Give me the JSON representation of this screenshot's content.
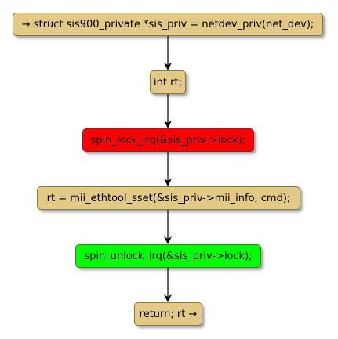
{
  "nodes": [
    {
      "label": "→ struct sis900_private *sis_priv = netdev_priv(net_dev);",
      "color": "#e2c986"
    },
    {
      "label": "int rt;",
      "color": "#e2c986"
    },
    {
      "label": "spin_lock_irq(&sis_priv->lock);",
      "color": "#ff0000"
    },
    {
      "label": "rt = mii_ethtool_sset(&sis_priv->mii_info, cmd);",
      "color": "#e2c986"
    },
    {
      "label": "spin_unlock_irq(&sis_priv->lock);",
      "color": "#00ff00"
    },
    {
      "label": "return; rt →",
      "color": "#e2c986"
    }
  ],
  "edges": [
    {
      "from": 0,
      "to": 1
    },
    {
      "from": 1,
      "to": 2
    },
    {
      "from": 2,
      "to": 3
    },
    {
      "from": 3,
      "to": 4
    },
    {
      "from": 4,
      "to": 5
    }
  ]
}
